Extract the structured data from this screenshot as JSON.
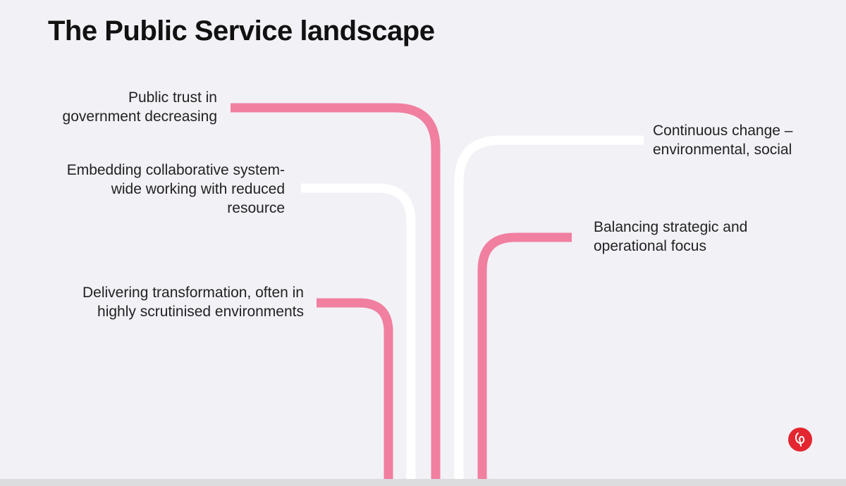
{
  "slide": {
    "title": "The Public Service landscape",
    "colors": {
      "pink": "#f07fa0",
      "white": "#ffffff",
      "background": "#f2f1f6",
      "logo": "#e3262f"
    },
    "logo_icon": "brand-swirl-icon",
    "items": [
      {
        "line1": "Public trust in",
        "line2": "government decreasing",
        "line_color": "pink"
      },
      {
        "line1": "Embedding collaborative system-",
        "line2": "wide working with reduced",
        "line3": "resource",
        "line_color": "white"
      },
      {
        "line1": "Delivering transformation, often in",
        "line2": "highly scrutinised environments",
        "line_color": "pink"
      },
      {
        "line1": "Continuous change –",
        "line2": "environmental, social",
        "line_color": "white"
      },
      {
        "line1": "Balancing strategic and",
        "line2": "operational focus",
        "line_color": "pink"
      }
    ]
  }
}
